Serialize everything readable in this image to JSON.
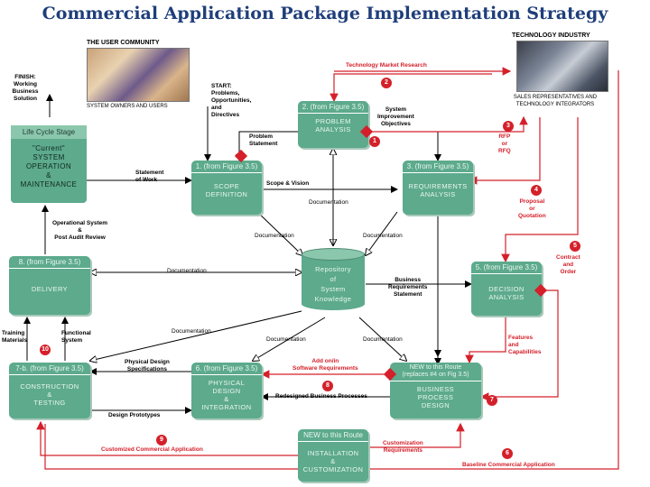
{
  "title": "Commercial Application Package Implementation Strategy",
  "community": {
    "header": "THE USER COMMUNITY",
    "caption": "SYSTEM OWNERS AND USERS",
    "finish": [
      "FINISH:",
      "Working",
      "Business",
      "Solution"
    ]
  },
  "industry": {
    "header": "TECHNOLOGY INDUSTRY",
    "caption": [
      "SALES REPRESENTATIVES AND",
      "TECHNOLOGY  INTEGRATORS"
    ],
    "market_research": "Technology Market Research"
  },
  "start": [
    "START:",
    "Problems,",
    "Opportunities,",
    "and",
    "Directives"
  ],
  "lifecycle": {
    "header": "Life Cycle Stage",
    "body": [
      "\"Current\"",
      "SYSTEM",
      "OPERATION",
      "&",
      "MAINTENANCE"
    ]
  },
  "boxes": {
    "problem": {
      "header": "2. (from Figure 3.5)",
      "body": [
        "PROBLEM",
        "ANALYSIS"
      ]
    },
    "scope": {
      "header": "1. (from Figure 3.5)",
      "body": [
        "SCOPE",
        "DEFINITION"
      ]
    },
    "requirements": {
      "header": "3. (from Figure 3.5)",
      "body": [
        "REQUIREMENTS",
        "ANALYSIS"
      ]
    },
    "delivery": {
      "header": "8. (from Figure 3.5)",
      "body": [
        "DELIVERY"
      ]
    },
    "decision": {
      "header": "5. (from Figure 3.5)",
      "body": [
        "DECISION",
        "ANALYSIS"
      ]
    },
    "construction": {
      "header": "7-b. (from Figure 3.5)",
      "body": [
        "CONSTRUCTION",
        "&",
        "TESTING"
      ]
    },
    "physical": {
      "header": "6. (from Figure 3.5)",
      "body": [
        "PHYSICAL",
        "DESIGN",
        "&",
        "INTEGRATION"
      ]
    },
    "bpd": {
      "header": [
        "NEW to this Route",
        "(replaces #4 on Fig 3.5)"
      ],
      "body": [
        "BUSINESS",
        "PROCESS",
        "DESIGN"
      ]
    },
    "install": {
      "header": "NEW to this Route",
      "body": [
        "INSTALLATION",
        "&",
        "CUSTOMIZATION"
      ]
    }
  },
  "repository": [
    "Repository",
    "of",
    "System",
    "Knowledge"
  ],
  "labels": {
    "problem_statement": [
      "Problem",
      "Statement"
    ],
    "system_objectives": [
      "System",
      "Improvement",
      "Objectives"
    ],
    "statement_of_work": [
      "Statement",
      "of Work"
    ],
    "scope_vision": "Scope & Vision",
    "documentation": "Documentation",
    "operational_system": [
      "Operational System",
      "&",
      "Post Audit Review"
    ],
    "business_req": [
      "Business",
      "Requirements",
      "Statement"
    ],
    "training": [
      "Training",
      "Materials"
    ],
    "functional": [
      "Functional",
      "System"
    ],
    "physical_specs": [
      "Physical Design",
      "Specifications"
    ],
    "design_prototypes": "Design Prototypes",
    "redesigned": "Redesigned Business Processes"
  },
  "red_labels": {
    "rfp": [
      "RFP",
      "or",
      "RFQ"
    ],
    "proposal": [
      "Proposal",
      "or",
      "Quotation"
    ],
    "contract": [
      "Contract",
      "and",
      "Order"
    ],
    "features": [
      "Features",
      "and",
      "Capabilities"
    ],
    "add_on": [
      "Add on/in",
      "Software Requirements"
    ],
    "customized": "Customized Commercial Application",
    "custom_req": [
      "Customization",
      "Requirements"
    ],
    "baseline": "Baseline Commercial Application"
  },
  "numbers": [
    "1",
    "2",
    "3",
    "4",
    "5",
    "6",
    "7",
    "8",
    "9",
    "10"
  ],
  "colors": {
    "box": "#5daa8d",
    "accent_red": "#d4202a",
    "title": "#1f3e7a"
  }
}
